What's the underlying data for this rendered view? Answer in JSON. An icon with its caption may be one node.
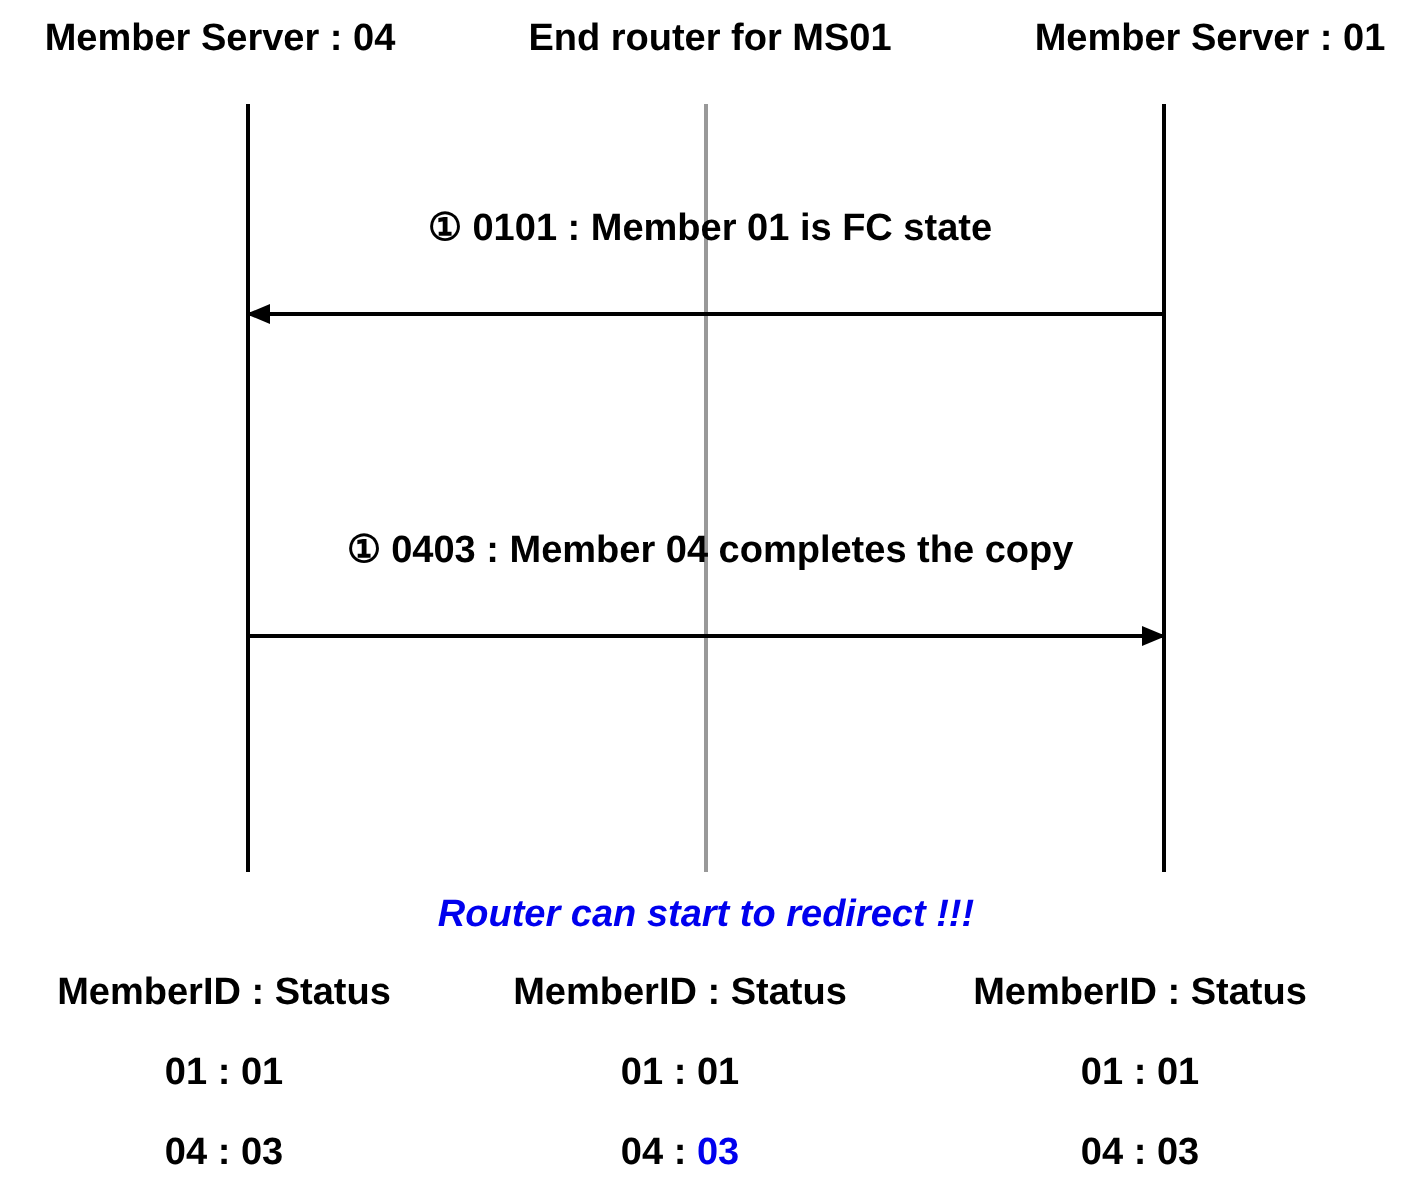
{
  "diagram": {
    "nodes": [
      {
        "text": [
          "Member Server : 04"
        ]
      },
      {
        "text": [
          "End router for MS01"
        ]
      },
      {
        "text": [
          "Member Server : 01"
        ]
      }
    ],
    "edges": [
      {
        "from": 2,
        "to": 0,
        "arrow": "to",
        "label": "① 0101 : Member 01 is FC state"
      },
      {
        "from": 0,
        "to": 2,
        "arrow": "to",
        "label": "① 0403 : Member 04 completes the copy"
      }
    ],
    "labels": [
      "Router can start to redirect !!!",
      "MemberID : Status",
      "MemberID : Status",
      "MemberID : Status",
      "01 : 01",
      "01 : 01",
      "01 : 01",
      "04 : 03",
      "04 : 03",
      "04 : 03"
    ]
  }
}
